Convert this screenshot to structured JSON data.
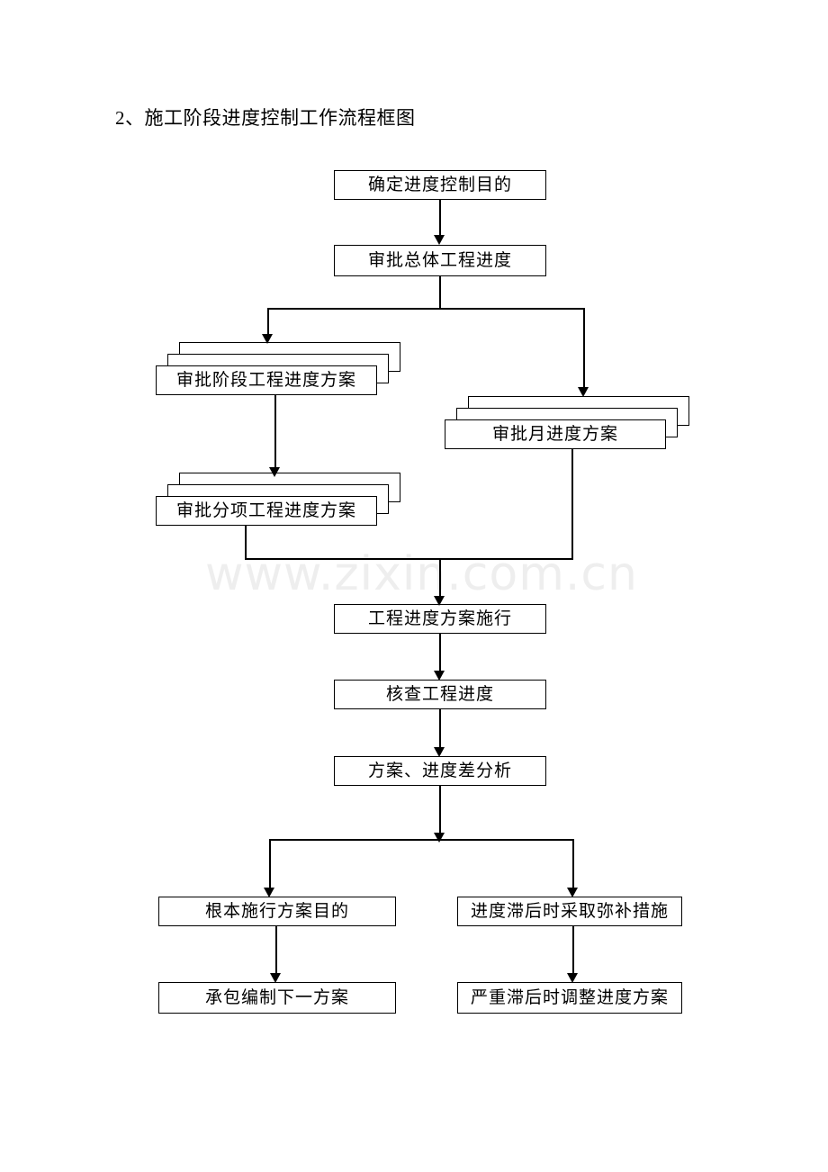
{
  "document": {
    "title": "2、施工阶段进度控制工作流程框图",
    "watermark": "www.zixin.com.cn"
  },
  "chart_data": {
    "type": "diagram",
    "title": "2、施工阶段进度控制工作流程框图",
    "diagram_kind": "flowchart",
    "orientation": "top-to-bottom",
    "nodes": [
      {
        "id": "n1",
        "label": "确定进度控制目的",
        "shape": "rect"
      },
      {
        "id": "n2",
        "label": "审批总体工程进度",
        "shape": "rect"
      },
      {
        "id": "n3",
        "label": "审批阶段工程进度方案",
        "shape": "stacked-rect",
        "stack_count": 3
      },
      {
        "id": "n4",
        "label": "审批月进度方案",
        "shape": "stacked-rect",
        "stack_count": 3
      },
      {
        "id": "n5",
        "label": "审批分项工程进度方案",
        "shape": "stacked-rect",
        "stack_count": 3
      },
      {
        "id": "n6",
        "label": "工程进度方案施行",
        "shape": "rect"
      },
      {
        "id": "n7",
        "label": "核查工程进度",
        "shape": "rect"
      },
      {
        "id": "n8",
        "label": "方案、进度差分析",
        "shape": "rect"
      },
      {
        "id": "n9",
        "label": "根本施行方案目的",
        "shape": "rect"
      },
      {
        "id": "n10",
        "label": "进度滞后时采取弥补措施",
        "shape": "rect"
      },
      {
        "id": "n11",
        "label": "承包编制下一方案",
        "shape": "rect"
      },
      {
        "id": "n12",
        "label": "严重滞后时调整进度方案",
        "shape": "rect"
      }
    ],
    "edges": [
      {
        "from": "n1",
        "to": "n2"
      },
      {
        "from": "n2",
        "to": "n3"
      },
      {
        "from": "n2",
        "to": "n4"
      },
      {
        "from": "n3",
        "to": "n5"
      },
      {
        "from": "n5",
        "to": "n6"
      },
      {
        "from": "n4",
        "to": "n6"
      },
      {
        "from": "n6",
        "to": "n7"
      },
      {
        "from": "n7",
        "to": "n8"
      },
      {
        "from": "n8",
        "to": "n9"
      },
      {
        "from": "n8",
        "to": "n10"
      },
      {
        "from": "n9",
        "to": "n11"
      },
      {
        "from": "n10",
        "to": "n12"
      }
    ],
    "colors": {
      "stroke": "#000000",
      "fill": "#ffffff",
      "watermark": "#eeeeee"
    }
  }
}
